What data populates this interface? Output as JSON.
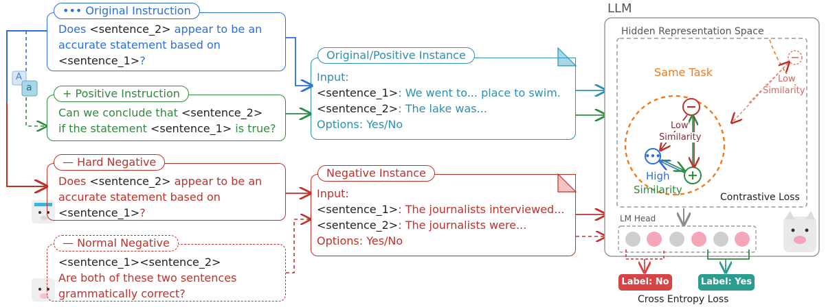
{
  "original_instruction": {
    "tag": "••• Original Instruction",
    "lines": [
      [
        {
          "t": "Does ",
          "c": "blue"
        },
        {
          "t": "<sentence_2>",
          "c": "dark"
        },
        {
          "t": " appear to be an",
          "c": "blue"
        }
      ],
      [
        {
          "t": "accurate statement based on",
          "c": "blue"
        }
      ],
      [
        {
          "t": "<sentence_1>",
          "c": "dark"
        },
        {
          "t": "?",
          "c": "blue"
        }
      ]
    ]
  },
  "positive_instruction": {
    "tag": "+ Positive Instruction",
    "lines": [
      [
        {
          "t": "Can we conclude that ",
          "c": "green"
        },
        {
          "t": "<sentence_2>",
          "c": "dark"
        }
      ],
      [
        {
          "t": "if the statement ",
          "c": "green"
        },
        {
          "t": "<sentence_1>",
          "c": "dark"
        },
        {
          "t": " is true?",
          "c": "green"
        }
      ]
    ]
  },
  "hard_negative": {
    "tag": "— Hard Negative",
    "lines": [
      [
        {
          "t": "Does ",
          "c": "red"
        },
        {
          "t": "<sentence_2>",
          "c": "dark"
        },
        {
          "t": " appear to be an",
          "c": "red"
        }
      ],
      [
        {
          "t": "accurate statement based on",
          "c": "red"
        }
      ],
      [
        {
          "t": "<sentence_1>",
          "c": "dark"
        },
        {
          "t": "?",
          "c": "red"
        }
      ]
    ]
  },
  "normal_negative": {
    "tag": "— Normal Negative",
    "lines": [
      [
        {
          "t": "<sentence_1><sentence_2>",
          "c": "dark"
        }
      ],
      [
        {
          "t": "Are both of these two sentences",
          "c": "red"
        }
      ],
      [
        {
          "t": "grammatically correct?",
          "c": "red"
        }
      ]
    ]
  },
  "positive_instance": {
    "tag": "Original/Positive Instance",
    "lines": [
      [
        {
          "t": "Input:",
          "c": "teal"
        }
      ],
      [
        {
          "t": "<sentence_1>",
          "c": "dark"
        },
        {
          "t": ": We went to... place to swim.",
          "c": "teal"
        }
      ],
      [
        {
          "t": "<sentence_2>",
          "c": "dark"
        },
        {
          "t": ": The lake was...",
          "c": "teal"
        }
      ],
      [
        {
          "t": "Options: Yes/No",
          "c": "teal"
        }
      ]
    ]
  },
  "negative_instance": {
    "tag": "Negative Instance",
    "lines": [
      [
        {
          "t": "Input:",
          "c": "red"
        }
      ],
      [
        {
          "t": "<sentence_1>",
          "c": "dark"
        },
        {
          "t": ": The journalists interviewed...",
          "c": "red"
        }
      ],
      [
        {
          "t": "<sentence_2>",
          "c": "dark"
        },
        {
          "t": ": The journalists were...",
          "c": "red"
        }
      ],
      [
        {
          "t": "Options: Yes/No",
          "c": "red"
        }
      ]
    ]
  },
  "llm": {
    "title": "LLM",
    "hidden_space": "Hidden Representation Space",
    "same_task": "Same Task",
    "low_similarity_inner": [
      "Low",
      "Similarity"
    ],
    "low_similarity_outer": [
      "Low",
      "Similarity"
    ],
    "high_similarity": [
      "High",
      "Similarity"
    ],
    "contrastive_loss": "Contrastive Loss",
    "lm_head": "LM Head"
  },
  "labels": {
    "no": "Label: No",
    "yes": "Label: Yes",
    "cross_entropy": "Cross Entropy Loss"
  },
  "translate_icon_letters": [
    "A",
    "a"
  ],
  "colors": {
    "blue": "#2b6fdc",
    "green": "#2e8b3e",
    "red": "#c0312b",
    "teal": "#2e8fb0",
    "orange": "#f07a1a",
    "gray": "#8c8c8c",
    "pink": "#f4a7b9",
    "label_no": "#d64545",
    "label_yes": "#2a9d8f"
  }
}
